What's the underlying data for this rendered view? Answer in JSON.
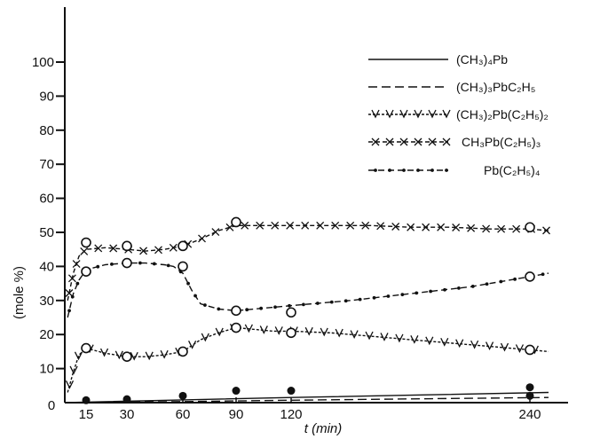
{
  "chart_data": {
    "type": "line",
    "xlabel": "t (min)",
    "ylabel": "(mole %)",
    "xlim": [
      0,
      260
    ],
    "ylim": [
      0,
      112
    ],
    "xticks": [
      15,
      30,
      60,
      90,
      120,
      240
    ],
    "yticks": [
      10,
      20,
      30,
      40,
      50,
      60,
      70,
      80,
      90,
      100
    ],
    "origin_label": "0",
    "grid": false,
    "legend_position": "top-right",
    "series": [
      {
        "name": "(CH3)4Pb",
        "legend_label": "(CH₃)₄Pb",
        "style": "solid",
        "marker": "none",
        "x": [
          0,
          60,
          120,
          180,
          250
        ],
        "y": [
          0,
          0.8,
          1.5,
          2.2,
          3.0
        ]
      },
      {
        "name": "(CH3)3PbC2H5",
        "legend_label": "(CH₃)₃PbC₂H₅",
        "style": "dashed",
        "marker": "none",
        "x": [
          0,
          60,
          120,
          180,
          250
        ],
        "y": [
          0,
          0.3,
          0.7,
          1.1,
          1.5
        ]
      },
      {
        "name": "(CH3)2Pb(C2H5)2",
        "legend_label": "(CH₃)₂Pb(C₂H₅)₂",
        "style": "dash-v",
        "marker": "v",
        "x": [
          2,
          6,
          10,
          15,
          22,
          30,
          40,
          50,
          60,
          70,
          80,
          90,
          100,
          110,
          120,
          140,
          160,
          180,
          200,
          220,
          240,
          250
        ],
        "y": [
          3,
          9,
          14,
          16,
          14.5,
          13.5,
          13.5,
          14,
          15,
          18.5,
          20.5,
          22,
          21.5,
          21,
          21,
          20.5,
          19.5,
          18.5,
          17.5,
          16.5,
          15.5,
          15
        ],
        "open_points": [
          [
            15,
            16
          ],
          [
            30,
            13.5
          ],
          [
            60,
            15
          ],
          [
            90,
            22
          ],
          [
            120,
            20.5
          ],
          [
            240,
            15.5
          ]
        ]
      },
      {
        "name": "CH3Pb(C2H5)3",
        "legend_label": "CH₃Pb(C₂H₅)₃",
        "style": "dash-x",
        "marker": "x",
        "x": [
          2,
          6,
          10,
          15,
          22,
          30,
          40,
          50,
          60,
          70,
          80,
          90,
          100,
          110,
          120,
          140,
          160,
          180,
          200,
          220,
          240,
          250
        ],
        "y": [
          30,
          38,
          43,
          45,
          45.5,
          45,
          44.5,
          45,
          46,
          48,
          50.5,
          52,
          52,
          52,
          52,
          52,
          52,
          51.5,
          51.5,
          51,
          51,
          50.5
        ],
        "open_points": [
          [
            15,
            47
          ],
          [
            30,
            46
          ],
          [
            60,
            46
          ],
          [
            90,
            53
          ],
          [
            240,
            51.5
          ]
        ]
      },
      {
        "name": "Pb(C2H5)4",
        "legend_label": "Pb(C₂H₅)₄",
        "style": "dash-dot",
        "marker": "dot",
        "x": [
          2,
          6,
          10,
          15,
          22,
          30,
          40,
          50,
          55,
          60,
          65,
          70,
          80,
          90,
          100,
          120,
          150,
          180,
          210,
          240,
          250
        ],
        "y": [
          25,
          32,
          36,
          39,
          40.5,
          41,
          41,
          40.5,
          40,
          38,
          33,
          29,
          27.5,
          27,
          27.5,
          28.5,
          30,
          32,
          34,
          37,
          38
        ],
        "open_points": [
          [
            15,
            38.5
          ],
          [
            30,
            41
          ],
          [
            60,
            40
          ],
          [
            90,
            27
          ],
          [
            120,
            26.5
          ],
          [
            240,
            37
          ]
        ]
      }
    ],
    "filled_points": [
      [
        15,
        0.7
      ],
      [
        30,
        1
      ],
      [
        60,
        2
      ],
      [
        90,
        3.5
      ],
      [
        120,
        3.5
      ],
      [
        240,
        4.5
      ],
      [
        240,
        2
      ]
    ]
  }
}
